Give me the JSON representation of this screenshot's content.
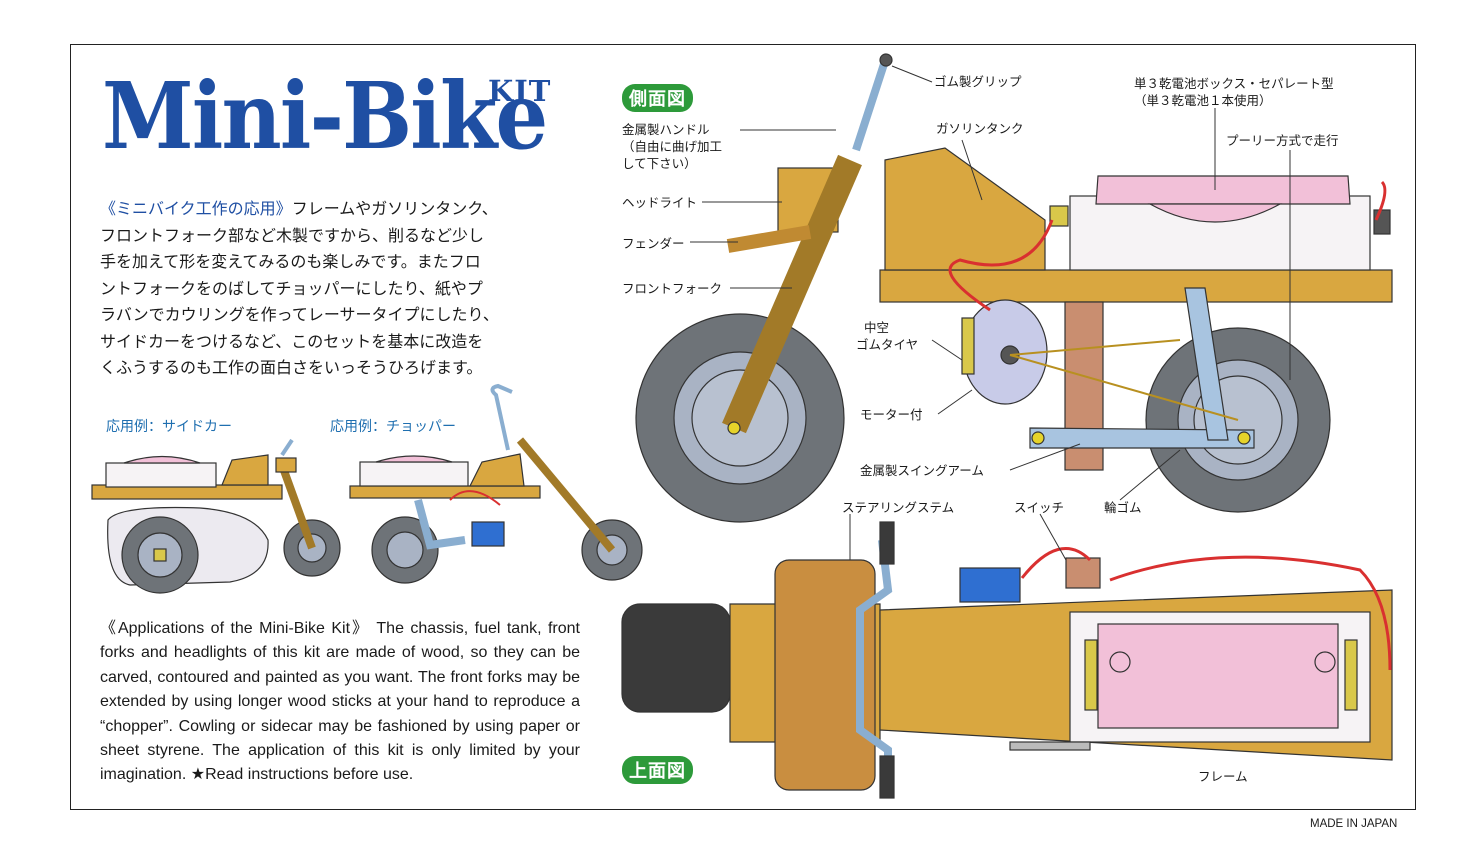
{
  "logo": {
    "title": "Mini-Bike",
    "kit": "KIT"
  },
  "description_jp": {
    "highlight": "《ミニバイク工作の応用》",
    "lines": [
      "フレームやガソリンタンク、",
      "フロントフォーク部など木製ですから、削るなど少し",
      "手を加えて形を変えてみるのも楽しみです。またフロ",
      "ントフォークをのばしてチョッパーにしたり、紙やプ",
      "ラバンでカウリングを作ってレーサータイプにしたり、",
      "サイドカーをつけるなど、このセットを基本に改造を",
      "くふうするのも工作の面白さをいっそうひろげます。"
    ]
  },
  "examples": {
    "sidecar": "応用例：サイドカー",
    "chopper": "応用例：チョッパー"
  },
  "description_en": "《Applications of the Mini-Bike Kit》 The chassis, fuel tank, front forks and headlights of this kit are made of wood, so they can be carved, contoured and painted as you want. The front forks may be extended by using longer wood sticks at your hand to reproduce a “chopper”. Cowling or sidecar may be fashioned by using paper or sheet styrene. The application of this kit is only limited by your imagination. ★Read instructions before use.",
  "views": {
    "side": "側面図",
    "top": "上面図"
  },
  "labels": {
    "grip": "ゴム製グリップ",
    "handle_1": "金属製ハンドル",
    "handle_2": "（自由に曲げ加工",
    "handle_3": "して下さい）",
    "tank": "ガソリンタンク",
    "battery_1": "単３乾電池ボックス・セパレート型",
    "battery_2": "（単３乾電池１本使用）",
    "pulley": "プーリー方式で走行",
    "headlight": "ヘッドライト",
    "fender": "フェンダー",
    "fork": "フロントフォーク",
    "tire_1": "中空",
    "tire_2": "ゴムタイヤ",
    "motor": "モーター付",
    "swingarm": "金属製スイングアーム",
    "steering": "ステアリングステム",
    "switch": "スイッチ",
    "rubber": "輪ゴム",
    "frame": "フレーム"
  },
  "footer": {
    "made_in": "MADE IN JAPAN"
  },
  "colors": {
    "brand_blue": "#1f4fa3",
    "wood": "#d9a740",
    "badge_green": "#2d9a3a",
    "battery_pink": "#f2c0d8",
    "tire_gray": "#6e7378"
  }
}
